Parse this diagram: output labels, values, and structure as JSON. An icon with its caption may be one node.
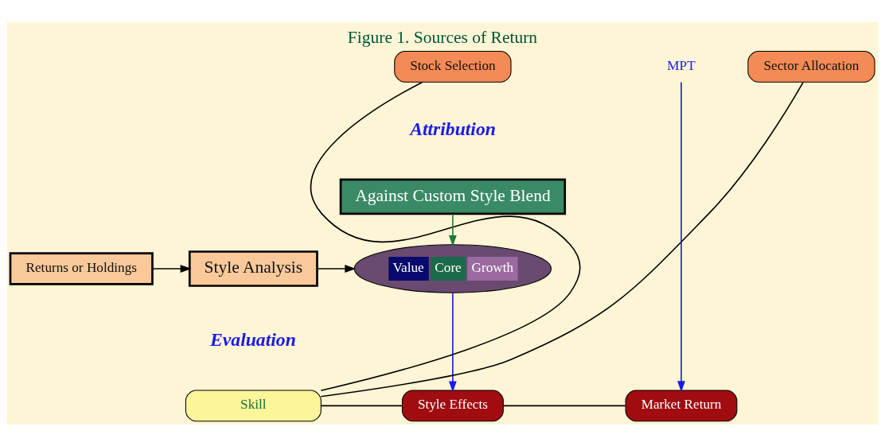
{
  "diagram": {
    "title": "Figure 1. Sources of Return",
    "nodes": [
      {
        "text": [
          "Returns or Holdings"
        ]
      },
      {
        "text": [
          "Style Analysis"
        ]
      },
      {
        "text": [
          "Value",
          "Core",
          "Growth"
        ]
      },
      {
        "text": [
          "Market Return"
        ]
      },
      {
        "text": [
          "Style Effects"
        ]
      },
      {
        "text": [
          "Skill"
        ]
      },
      {
        "text": [
          "Stock Selection"
        ]
      },
      {
        "text": [
          "Sector Allocation"
        ]
      },
      {
        "text": [
          "MPT"
        ]
      },
      {
        "text": [
          "Against Custom Style Blend"
        ]
      }
    ],
    "edges": [
      {
        "from": 0,
        "to": 1,
        "arrow": "to"
      },
      {
        "from": 1,
        "to": 2,
        "arrow": "to"
      },
      {
        "from": 2,
        "to": 4,
        "arrow": "to",
        "color": "#1a1ae6"
      },
      {
        "from": 3,
        "to": 4,
        "arrow": "none"
      },
      {
        "from": 4,
        "to": 5,
        "arrow": "none"
      },
      {
        "from": 5,
        "to": 6,
        "arrow": "none"
      },
      {
        "from": 5,
        "to": 7,
        "arrow": "none"
      },
      {
        "from": 8,
        "to": 3,
        "arrow": "to",
        "color": "#1a1ae6"
      },
      {
        "from": 9,
        "to": 2,
        "arrow": "to",
        "color": "#1f7a3a"
      }
    ],
    "labels": [
      "Evaluation",
      "Attribution"
    ]
  }
}
